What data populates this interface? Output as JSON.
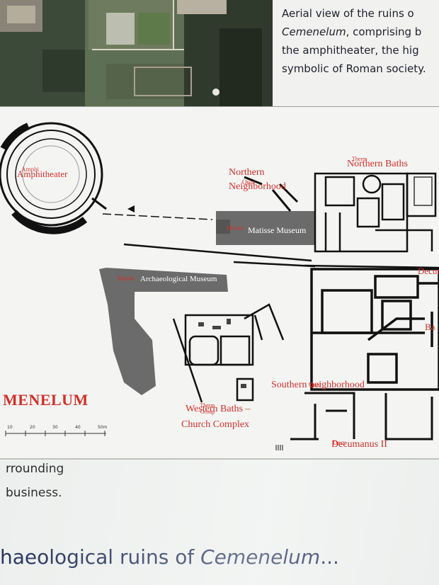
{
  "caption": {
    "line1": "Aerial view of the ruins o",
    "line2_italic": "Cemenelum",
    "line2_rest": ", comprising b",
    "line3": "the amphitheater, the hig",
    "line4": "symbolic of Roman society."
  },
  "map": {
    "title": "MENELUM",
    "labels": {
      "amphitheater": "Amphitheater",
      "amphitheater_overlap": "Amphi",
      "northern_neighborhood_1": "Northern",
      "northern_neighborhood_2": "Neighborhood",
      "northern_neighborhood_overlap": "Quar",
      "northern_baths": "Northern Baths",
      "northern_baths_overlap": "Therm",
      "matisse_museum": "Matisse Museum",
      "matisse_museum_overlap": "Musée",
      "archaeological_museum": "Archaeological Museum",
      "archaeological_museum_overlap": "Musée",
      "decumanus": "Decuma",
      "baths_right": "Ba",
      "southern_neighborhood": "Southern neighborhood",
      "southern_neighborhood_overlap": "Quar",
      "western_baths_1": "Western Baths –",
      "western_baths_2": "Church Complex",
      "western_baths_overlap": "Therm Group",
      "decumanus_ii": "Decumanus II",
      "decumanus_ii_overlap": "Decu"
    },
    "scale_ticks": [
      "10",
      "20",
      "30",
      "40",
      "50m"
    ]
  },
  "lower_text": {
    "line1": "rrounding",
    "line2": "business."
  },
  "headline": {
    "prefix": "haeological ruins of ",
    "italic": "Cemenelum",
    "suffix": "..."
  },
  "colors": {
    "label_red": "#d2302a",
    "museum_grey": "#6b6b6b",
    "headline_blue": "#1f2e5a"
  }
}
